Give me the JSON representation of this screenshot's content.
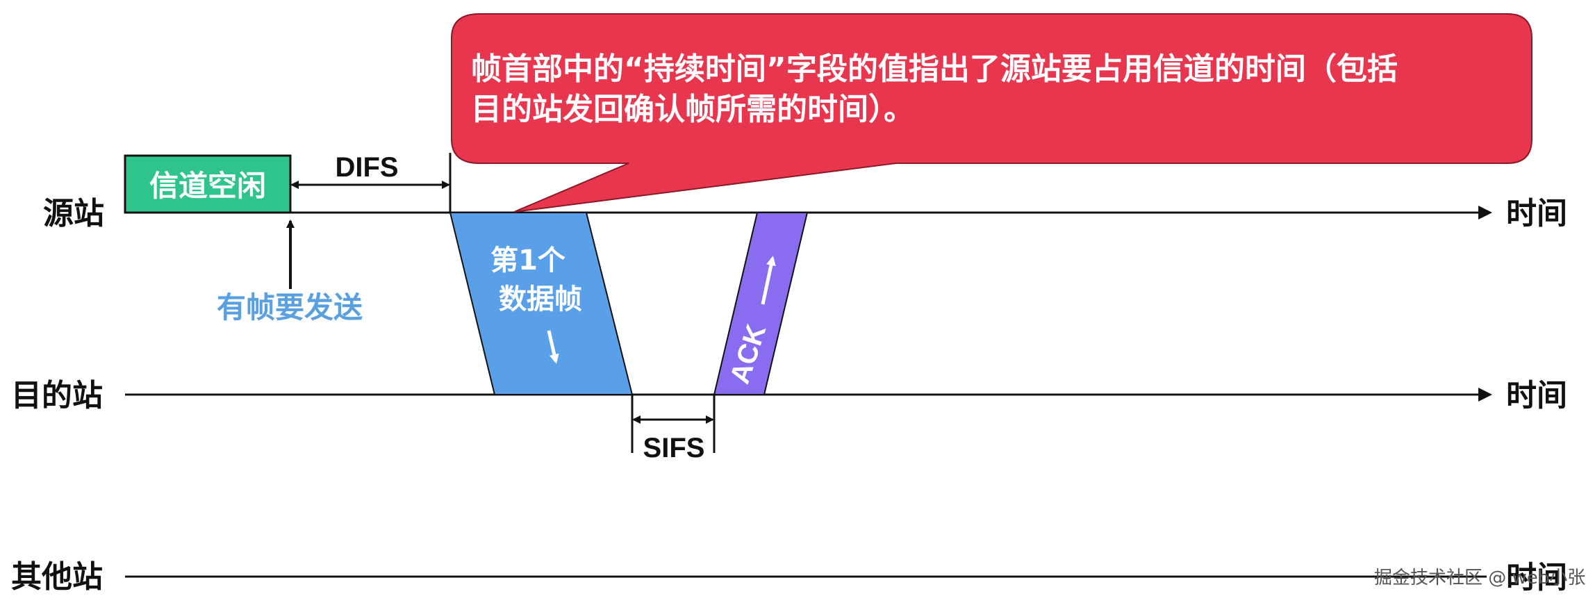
{
  "stations": [
    {
      "name": "源站",
      "time_label": "时间"
    },
    {
      "name": "目的站",
      "time_label": "时间"
    },
    {
      "name": "其他站",
      "time_label": "时间"
    }
  ],
  "channel_idle": {
    "label": "信道空闲",
    "color": "#2ec48c"
  },
  "difs_label": "DIFS",
  "sifs_label": "SIFS",
  "frame_pending_label": "有帧要发送",
  "data_frame": {
    "line1": "第1个",
    "line2": "数据帧",
    "color": "#5aa0e8"
  },
  "ack": {
    "label": "ACK",
    "color": "#8a6cf0"
  },
  "callout": {
    "line1": "帧首部中的“持续时间”字段的值指出了源站要占用信道的时间（包括",
    "line2": "目的站发回确认帧所需的时间）。",
    "color": "#e8364e"
  },
  "watermark": "掘金技术社区 @ web小张"
}
